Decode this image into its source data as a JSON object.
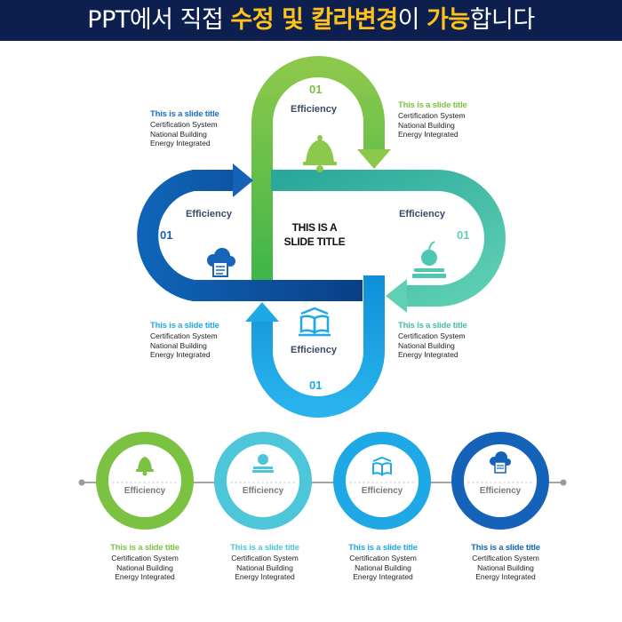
{
  "header": {
    "title_part1": "PPT에서 직접 ",
    "title_highlight1": "수정 및 칼라변경",
    "title_part2": "이 ",
    "title_highlight2": "가능",
    "title_part3": "합니다"
  },
  "center": {
    "line1": "THIS IS A",
    "line2": "SLIDE TITLE"
  },
  "loops": [
    {
      "number": "01",
      "label": "Efficiency",
      "icon": "bell-icon",
      "color": "#6cc24a"
    },
    {
      "number": "01",
      "label": "Efficiency",
      "icon": "apple-book-icon",
      "color": "#3fbfa6"
    },
    {
      "number": "01",
      "label": "Efficiency",
      "icon": "open-book-icon",
      "color": "#1ea8e6"
    },
    {
      "number": "01",
      "label": "Efficiency",
      "icon": "cloud-document-icon",
      "color": "#1563b8"
    }
  ],
  "callouts": [
    {
      "title": "This is a slide title",
      "line1": "Certification System",
      "line2": "National Building",
      "line3": "Energy Integrated",
      "color": "#1a6fc9"
    },
    {
      "title": "This is a slide title",
      "line1": "Certification System",
      "line2": "National Building",
      "line3": "Energy Integrated",
      "color": "#7cc242"
    },
    {
      "title": "This is a slide title",
      "line1": "Certification System",
      "line2": "National Building",
      "line3": "Energy Integrated",
      "color": "#1ea8e6"
    },
    {
      "title": "This is a slide title",
      "line1": "Certification System",
      "line2": "National Building",
      "line3": "Energy Integrated",
      "color": "#3fbfa6"
    }
  ],
  "timeline": [
    {
      "label": "Efficiency",
      "icon": "bell-icon",
      "color": "#7cc242",
      "title": "This is a slide title",
      "line1": "Certification System",
      "line2": "National Building",
      "line3": "Energy Integrated"
    },
    {
      "label": "Efficiency",
      "icon": "apple-book-icon",
      "color": "#4cc6d8",
      "title": "This is a slide title",
      "line1": "Certification System",
      "line2": "National Building",
      "line3": "Energy Integrated"
    },
    {
      "label": "Efficiency",
      "icon": "open-book-icon",
      "color": "#1ea8e6",
      "title": "This is a slide title",
      "line1": "Certification System",
      "line2": "National Building",
      "line3": "Energy Integrated"
    },
    {
      "label": "Efficiency",
      "icon": "cloud-document-icon",
      "color": "#1563b8",
      "title": "This is a slide title",
      "line1": "Certification System",
      "line2": "National Building",
      "line3": "Energy Integrated"
    }
  ]
}
